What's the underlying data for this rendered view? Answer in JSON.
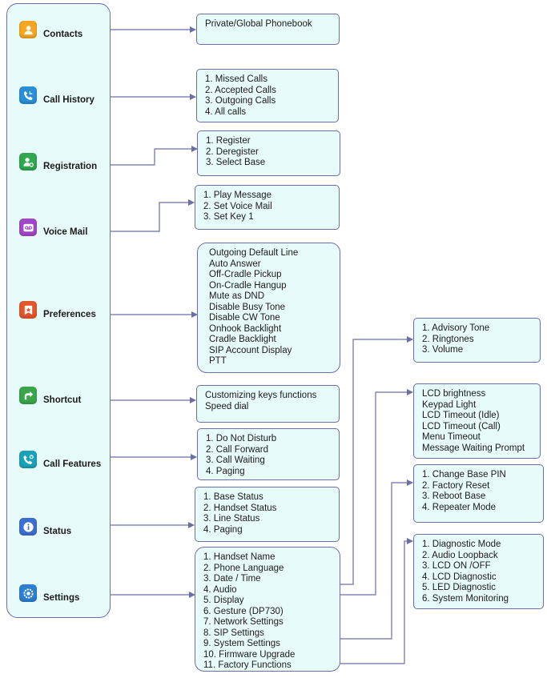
{
  "menu": [
    {
      "id": "contacts",
      "label": "Contacts",
      "icon": "contacts-icon",
      "color": "#f5a623"
    },
    {
      "id": "call-history",
      "label": "Call History",
      "icon": "call-history-icon",
      "color": "#2b8fd8"
    },
    {
      "id": "registration",
      "label": "Registration",
      "icon": "registration-icon",
      "color": "#2fa84f"
    },
    {
      "id": "voice-mail",
      "label": "Voice Mail",
      "icon": "voicemail-icon",
      "color": "#a347c9"
    },
    {
      "id": "preferences",
      "label": "Preferences",
      "icon": "preferences-icon",
      "color": "#e2572b"
    },
    {
      "id": "shortcut",
      "label": "Shortcut",
      "icon": "shortcut-icon",
      "color": "#3aa64a"
    },
    {
      "id": "call-features",
      "label": "Call Features",
      "icon": "call-features-icon",
      "color": "#1aa3b8"
    },
    {
      "id": "status",
      "label": "Status",
      "icon": "info-icon",
      "color": "#3c6fd1"
    },
    {
      "id": "settings",
      "label": "Settings",
      "icon": "settings-icon",
      "color": "#2d7fd0"
    }
  ],
  "boxes": {
    "contacts": [
      "Private/Global Phonebook"
    ],
    "call_history": [
      "1. Missed Calls",
      "2. Accepted Calls",
      "3. Outgoing Calls",
      "4. All calls"
    ],
    "registration": [
      "1. Register",
      "2. Deregister",
      "3. Select Base"
    ],
    "voice_mail": [
      "1. Play Message",
      "2. Set Voice Mail",
      "3. Set Key 1"
    ],
    "preferences": [
      "Outgoing Default Line",
      "Auto Answer",
      "Off-Cradle Pickup",
      "On-Cradle Hangup",
      "Mute as DND",
      "Disable Busy Tone",
      "Disable CW Tone",
      "Onhook Backlight",
      "Cradle Backlight",
      "SIP Account Display",
      "PTT"
    ],
    "shortcut": [
      "Customizing keys functions",
      "Speed dial"
    ],
    "call_features": [
      "1. Do Not Disturb",
      "2. Call Forward",
      "3. Call Waiting",
      "4. Paging"
    ],
    "status": [
      "1. Base Status",
      "2. Handset Status",
      "3. Line Status",
      "4. Paging"
    ],
    "settings": [
      "1. Handset Name",
      "2. Phone Language",
      "3. Date / Time",
      "4. Audio",
      "5. Display",
      "6. Gesture (DP730)",
      "7. Network Settings",
      "8. SIP Settings",
      "9. System Settings",
      "10.    Firmware Upgrade",
      "11.    Factory Functions"
    ],
    "audio": [
      "1. Advisory Tone",
      "2. Ringtones",
      "3. Volume"
    ],
    "display": [
      "LCD brightness",
      "Keypad Light",
      "LCD Timeout (Idle)",
      "LCD Timeout (Call)",
      "Menu Timeout",
      "Message Waiting Prompt"
    ],
    "system_settings": [
      "1. Change Base PIN",
      "2. Factory Reset",
      "3. Reboot Base",
      "4. Repeater Mode"
    ],
    "factory_functions": [
      "1. Diagnostic Mode",
      "2. Audio Loopback",
      "3. LCD ON /OFF",
      "4. LCD Diagnostic",
      "5. LED Diagnostic",
      "6. System Monitoring"
    ]
  },
  "colors": {
    "box_fill": "#e8fbfb",
    "border": "#6a6fa6",
    "connector": "#6a6fa6"
  }
}
